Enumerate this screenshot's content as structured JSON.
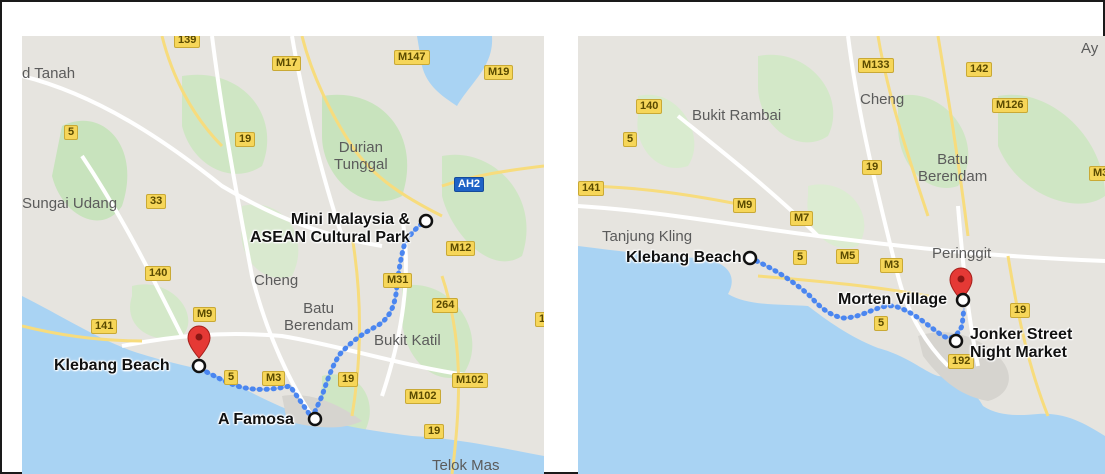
{
  "maps": [
    {
      "places": [
        "d Tanah",
        "Sungai Udang",
        "Durian\nTunggal",
        "Cheng",
        "Batu\nBerendam",
        "Bukit Katil",
        "Telok Mas"
      ],
      "shields": [
        "139",
        "M17",
        "M147",
        "M19",
        "5",
        "19",
        "33",
        "AH2",
        "M12",
        "140",
        "M31",
        "264",
        "M9",
        "141",
        "5",
        "M3",
        "19",
        "M102",
        "M102",
        "19",
        "1"
      ],
      "pois": [
        "Mini Malaysia &\nASEAN Cultural Park",
        "Klebang Beach",
        "A Famosa"
      ]
    },
    {
      "places": [
        "Bukit Rambai",
        "Cheng",
        "Batu\nBerendam",
        "Tanjung Kling",
        "Peringgit",
        "Ay"
      ],
      "shields": [
        "M133",
        "142",
        "140",
        "M126",
        "5",
        "19",
        "141",
        "M9",
        "M7",
        "M3",
        "5",
        "M5",
        "M3",
        "19",
        "5",
        "192"
      ],
      "pois": [
        "Klebang Beach",
        "Morten Village",
        "Jonker Street\nNight Market"
      ]
    }
  ],
  "colors": {
    "land": "#e6e4df",
    "water": "#a9d3f3",
    "green": "#c8e3bd",
    "route": "#4b86f0",
    "pin": "#e53935"
  }
}
